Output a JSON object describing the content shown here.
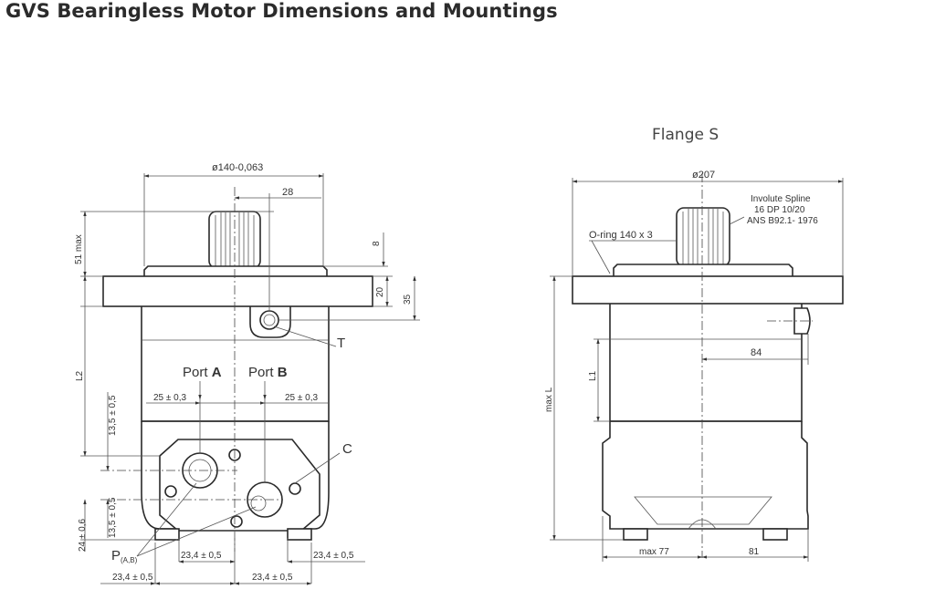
{
  "page": {
    "title": "GVS Bearingless Motor Dimensions and Mountings"
  },
  "left_view": {
    "dims": {
      "dia140": "ø140-0,063",
      "d28": "28",
      "d8": "8",
      "d20": "20",
      "d35": "35",
      "d51max": "51 max",
      "dL2": "L2",
      "d25a": "25 ± 0,3",
      "d25b": "25 ± 0,3",
      "d13a": "13,5 ± 0,5",
      "d13b": "13,5 ± 0,5",
      "d24": "24 ± 0,6",
      "d23a": "23,4 ± 0,5",
      "d23b": "23,4 ± 0,5",
      "d23c": "23,4 ± 0,5",
      "d23d": "23,4 ± 0,5"
    },
    "labels": {
      "port_a_prefix": "Port ",
      "port_a_letter": "A",
      "port_b_prefix": "Port ",
      "port_b_letter": "B",
      "t": "T",
      "c": "C",
      "p": "P",
      "p_sub": "(A,B)"
    }
  },
  "right_view": {
    "title": "Flange S",
    "dims": {
      "dia207": "ø207",
      "spline1": "Involute Spline",
      "spline2": "16 DP 10/20",
      "spline3": "ANS B92.1- 1976",
      "oring": "O-ring 140 x 3",
      "d84": "84",
      "dL1": "L1",
      "dmaxL": "max L",
      "dmax77": "max 77",
      "d81": "81"
    }
  }
}
